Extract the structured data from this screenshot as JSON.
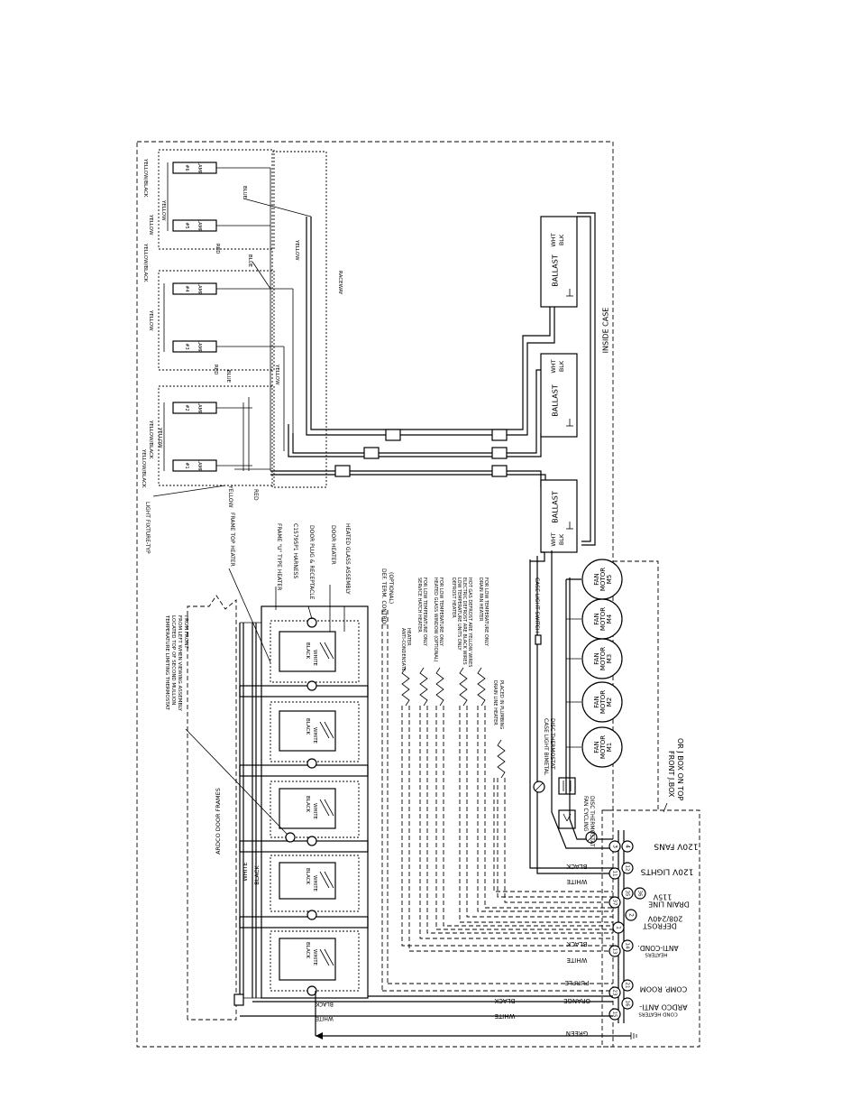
{
  "lamp_label": "LAMP",
  "lamp_numbers": [
    "#1",
    "#2",
    "#3",
    "#4",
    "#5",
    "#6"
  ],
  "fixture_labels": {
    "yellow_black": "YELLOW/BLACK",
    "yellow": "YELLOW",
    "red": "RED",
    "blue": "BLUE",
    "raceway": "RACEWAY",
    "light_fixture_typ": "LIGHT FIXTURE-TYP"
  },
  "ballast": {
    "label": "BALLAST",
    "wht": "WHT",
    "blk": "BLK"
  },
  "inside_case": "INSIDE CASE",
  "component_callouts": [
    "FRAME TOP HEATER",
    "FRAME \"U\" TYPE HEATER",
    "C15795P1 HARNESS",
    "DOOR PLUG & RECEPTACLE",
    "DOOR HEATER",
    "HEATED GLASS ASSEMBLY"
  ],
  "defrost_term": [
    "DEF. TERM. CONTROL",
    "(OPTIONAL)"
  ],
  "thermostat_note": [
    "TEMPERATURE LIMITING THERMOSTAT",
    "LOCATED TOP OF SECOND MULLION",
    "FROM LEFT WHEN VIEWING ASSEMBLY",
    "FROM FRONT"
  ],
  "door_frames_label": "ARDCO DOOR FRAMES",
  "door_wire": {
    "white": "WHITE",
    "black": "BLACK"
  },
  "heater_callouts": [
    [
      "ANTI-CONDENSATE",
      "HEATER"
    ],
    [
      "SERVICE HATCH HEATER",
      "FOR LOW TEMPERATURE ONLY"
    ],
    [
      "HEATED GLASS WINDOW (OPTIONAL)",
      "FOR LOW TEMPERATURE ONLY"
    ],
    [
      "DEFROST HEATER",
      "LOW TEMPERATURE UNITS ONLY",
      "ELECTRIC DEFROST ARE BLACK WIRES",
      "HOT GAS DEFROST ARE YELLOW WIRES"
    ],
    [
      "DRAIN PAN HEATER",
      "FOR LOW TEMPERATURE ONLY"
    ]
  ],
  "drain_line_heater": [
    "DRAIN LINE HEATER",
    "PLACED IN PLUMBING"
  ],
  "case_light_switch": "CASE LIGHT SWITCH",
  "fan_motor_label": [
    "FAN",
    "MOTOR"
  ],
  "fan_motor_ids": [
    "M1",
    "M2",
    "M3",
    "M4",
    "M5"
  ],
  "bimetal_thermostat": [
    "CASE LIGHT BIMETAL",
    "DISC THERMOSTAT"
  ],
  "fan_cycling_thermostat": [
    "FAN CYCLING",
    "DISC THERMOSTAT"
  ],
  "jbox": [
    "FRONT J.BOX",
    "OR J BOX ON TOP"
  ],
  "terminal_groups": [
    {
      "terminals": [
        "3",
        "4"
      ],
      "label": [
        "120V FANS"
      ]
    },
    {
      "terminals": [
        "11",
        "12"
      ],
      "label": [
        "120V LIGHTS"
      ]
    },
    {
      "terminals": [
        "35",
        "36",
        "37"
      ],
      "label": [
        "115V",
        "DRAIN LINE"
      ]
    },
    {
      "terminals": [
        "1",
        "2"
      ],
      "label": [
        "208/240V",
        "DEFROST"
      ]
    },
    {
      "terminals": [
        "13",
        "14"
      ],
      "label": [
        "ANTI-COND.",
        "HEATERS"
      ]
    },
    {
      "terminals": [
        "21"
      ],
      "label": [
        "COMP. ROOM"
      ]
    },
    {
      "terminals": [
        "23",
        "16",
        "15"
      ],
      "label": [
        "ARDCO ANTI-",
        "COND HEATERS"
      ]
    }
  ],
  "wire_colors": {
    "black": "BLACK",
    "white": "WHITE",
    "purple": "PURPLE",
    "orange": "ORANGE",
    "green": "GREEN"
  }
}
